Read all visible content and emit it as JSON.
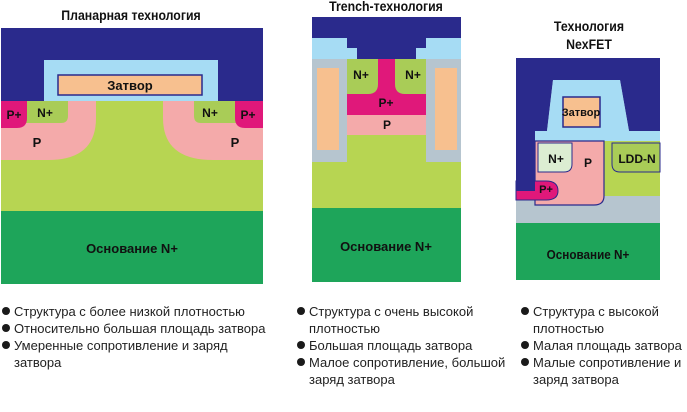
{
  "colors": {
    "navy": "#2a2a8c",
    "light_blue": "#a6dcf4",
    "gate_orange": "#f7c08f",
    "nplus_green": "#a9cc57",
    "p_pink": "#f4aaaa",
    "pplus_magenta": "#e0187a",
    "drift_green": "#b7d552",
    "substrate_green": "#1ea55a",
    "trench_gray": "#b6c5cf",
    "nplus_light": "#dcedd2"
  },
  "titles": {
    "planar": "Планарная технология",
    "trench": "Trench-технология",
    "nexfet_line1": "Технология",
    "nexfet_line2": "NexFET"
  },
  "labels": {
    "gate": "Затвор",
    "nplus": "N+",
    "pplus": "P+",
    "p": "P",
    "substrate": "Основание N+",
    "ldd": "LDD-N"
  },
  "bullets": {
    "planar": [
      "Структура с более низкой плотностью",
      "Относительно большая площадь затвора",
      "Умеренные сопротивление и заряд затвора"
    ],
    "trench": [
      "Структура с очень высокой плотностью",
      "Большая площадь затвора",
      "Малое сопротивление, большой заряд затвора"
    ],
    "nexfet": [
      "Структура с высокой плотностью",
      "Малая площадь затвора",
      "Малые сопротивление и заряд затвора"
    ]
  }
}
